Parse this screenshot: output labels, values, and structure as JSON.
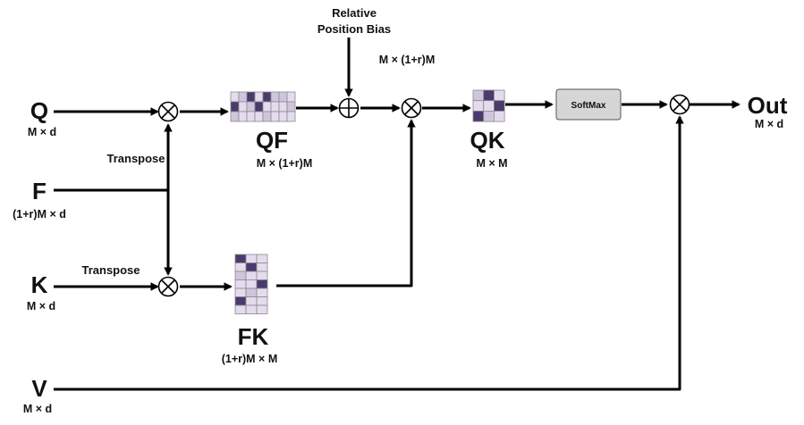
{
  "inputs": {
    "q": {
      "label": "Q",
      "dim": "M × d"
    },
    "f": {
      "label": "F",
      "dim": "(1+r)M × d"
    },
    "k": {
      "label": "K",
      "dim": "M × d"
    },
    "v": {
      "label": "V",
      "dim": "M × d"
    }
  },
  "transpose_top": "Transpose",
  "transpose_bottom": "Transpose",
  "bias": {
    "line1": "Relative",
    "line2": "Position Bias",
    "dim": "M × (1+r)M"
  },
  "qf": {
    "label": "QF",
    "dim": "M × (1+r)M"
  },
  "fk": {
    "label": "FK",
    "dim": "(1+r)M × M"
  },
  "qk": {
    "label": "QK",
    "dim": "M × M"
  },
  "softmax": "SoftMax",
  "output": {
    "label": "Out",
    "dim": "M × d"
  },
  "colors": {
    "dark": "#4b3a6e",
    "mid": "#9a87b8",
    "light": "#cfc6de",
    "lighter": "#e4dcee",
    "softmax_fill": "#d6d6d6"
  },
  "matrices": {
    "qf": [
      [
        "lighter",
        "light",
        "dark",
        "lighter",
        "dark",
        "light",
        "light",
        "lighter"
      ],
      [
        "dark",
        "lighter",
        "light",
        "dark",
        "lighter",
        "lighter",
        "lighter",
        "light"
      ],
      [
        "light",
        "lighter",
        "lighter",
        "lighter",
        "light",
        "lighter",
        "lighter",
        "lighter"
      ]
    ],
    "qk": [
      [
        "light",
        "dark",
        "lighter"
      ],
      [
        "lighter",
        "lighter",
        "dark"
      ],
      [
        "dark",
        "light",
        "lighter"
      ]
    ],
    "fk": [
      [
        "dark",
        "lighter",
        "lighter"
      ],
      [
        "lighter",
        "dark",
        "lighter"
      ],
      [
        "light",
        "lighter",
        "lighter"
      ],
      [
        "lighter",
        "lighter",
        "dark"
      ],
      [
        "lighter",
        "light",
        "lighter"
      ],
      [
        "dark",
        "lighter",
        "lighter"
      ],
      [
        "lighter",
        "lighter",
        "lighter"
      ]
    ]
  }
}
